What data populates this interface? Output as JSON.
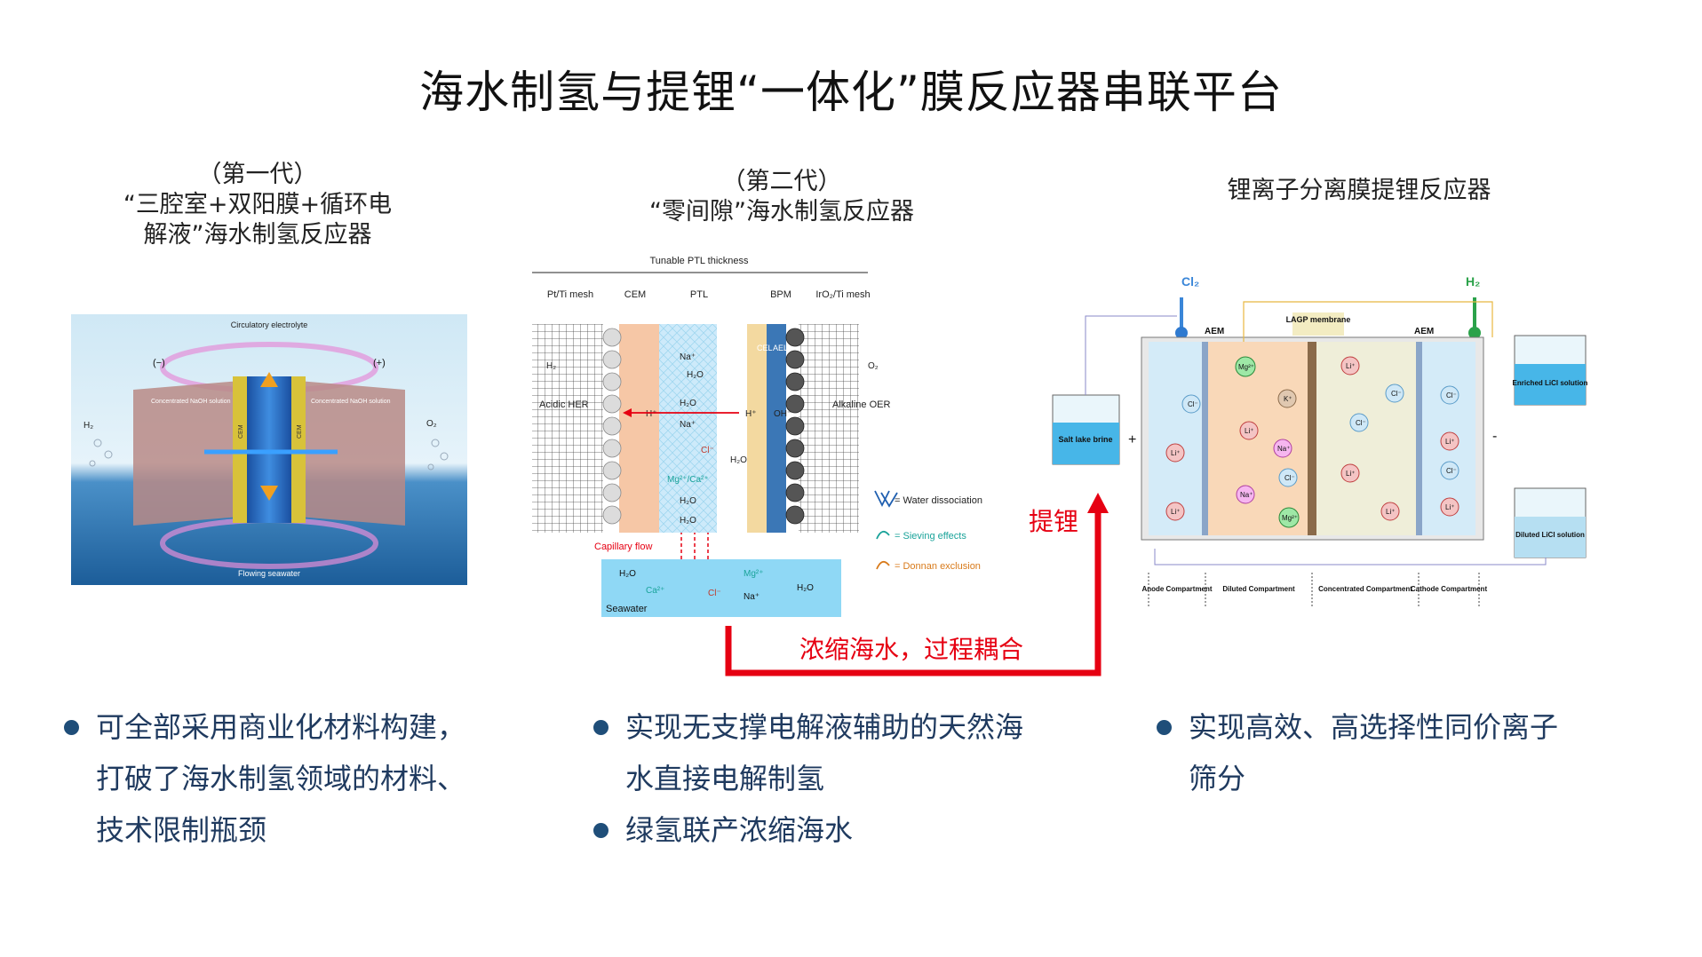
{
  "title": "海水制氢与提锂“一体化”膜反应器串联平台",
  "gen1": {
    "line1": "（第一代）",
    "line2": "“三腔室+双阳膜+循环电",
    "line3": "解液”海水制氢反应器",
    "img": {
      "top_label": "Circulatory electrolyte",
      "bottom_label": "Flowing seawater",
      "minus": "(−)",
      "plus": "(+)",
      "left_sol": "Concentrated NaOH solution",
      "right_sol": "Concentrated NaOH solution",
      "cem": "CEM",
      "h2": "H₂",
      "o2": "O₂"
    }
  },
  "gen2": {
    "line1": "（第二代）",
    "line2": "“零间隙”海水制氢反应器",
    "d": {
      "tunable": "Tunable PTL thickness",
      "pt_mesh": "Pt/Ti mesh",
      "cem": "CEM",
      "ptl": "PTL",
      "bpm": "BPM",
      "ir_mesh": "IrO₂/Ti mesh",
      "h2": "H₂",
      "o2": "O₂",
      "acidic": "Acidic HER",
      "alkaline": "Alkaline OER",
      "cel": "CEL",
      "ael": "AEL",
      "na": "Na⁺",
      "h2o": "H₂O",
      "hplus": "H⁺",
      "hplus2": "H⁺",
      "oh": "OH⁻",
      "cl": "Cl⁻",
      "mgca": "Mg²⁺/Ca²⁺",
      "capillary": "Capillary flow",
      "seawater": "Seawater",
      "mg": "Mg²⁺",
      "ca": "Ca²⁺",
      "cl2": "Cl⁻",
      "legend_water": "= Water dissociation",
      "legend_sieve": "= Sieving effects",
      "legend_donnan": "= Donnan exclusion"
    }
  },
  "gen3": {
    "heading": "锂离子分离膜提锂反应器",
    "d": {
      "cl2": "Cl₂",
      "h2": "H₂",
      "aem1": "AEM",
      "lagp": "LAGP membrane",
      "aem2": "AEM",
      "salt": "Salt lake brine",
      "enriched": "Enriched LiCl solution",
      "diluted": "Diluted LiCl solution",
      "plus": "+",
      "minus": "-",
      "anode": "Anode Compartment",
      "dil": "Diluted Compartment",
      "conc": "Concentrated Compartment",
      "cathode": "Cathode Compartment",
      "li": "Li⁺",
      "cl": "Cl⁻",
      "mg": "Mg²⁺",
      "k": "K⁺",
      "na": "Na⁺"
    }
  },
  "flow": {
    "tili": "提锂",
    "coupling": "浓缩海水，过程耦合"
  },
  "bullets": {
    "col1": [
      "可全部采用商业化材料构建，",
      "打破了海水制氢领域的材料、",
      "技术限制瓶颈"
    ],
    "col2a": [
      "实现无支撑电解液辅助的天然海",
      "水直接电解制氢"
    ],
    "col2b": [
      "绿氢联产浓缩海水"
    ],
    "col3": [
      "实现高效、高选择性同价离子",
      "筛分"
    ]
  },
  "colors": {
    "arrow_red": "#e60012",
    "bullet_dot": "#1f4e79",
    "bullet_text": "#1f3a5f"
  }
}
